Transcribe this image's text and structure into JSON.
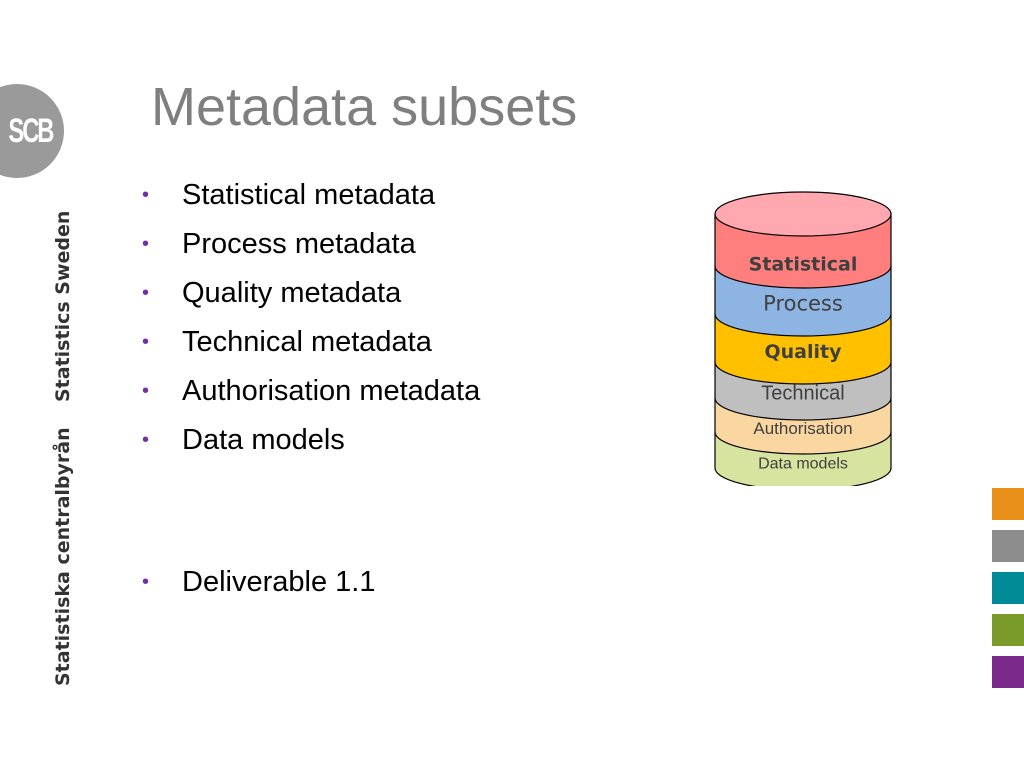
{
  "sidebar": {
    "logo_text": "SCB",
    "org_name_en": "Statistics Sweden",
    "org_name_sv": "Statistiska centralbyrån"
  },
  "slide": {
    "title": "Metadata subsets",
    "bullets": [
      "Statistical metadata",
      "Process metadata",
      "Quality metadata",
      "Technical metadata",
      "Authorisation metadata",
      "Data models"
    ],
    "bullets_2": [
      "Deliverable 1.1"
    ]
  },
  "diagram": {
    "layers": [
      {
        "label": "Statistical",
        "color": "#ff7f7f",
        "top_color": "#ffa8b0"
      },
      {
        "label": "Process",
        "color": "#8eb4e3",
        "top_color": "#8eb4e3"
      },
      {
        "label": "Quality",
        "color": "#ffc000",
        "top_color": "#ffc000"
      },
      {
        "label": "Technical",
        "color": "#bfbfbf",
        "top_color": "#bfbfbf"
      },
      {
        "label": "Authorisation",
        "color": "#fad7a0",
        "top_color": "#fad7a0"
      },
      {
        "label": "Data models",
        "color": "#d7e4a0",
        "top_color": "#d7e4a0"
      }
    ]
  },
  "accent_colors": [
    "#e8901a",
    "#8c8c8c",
    "#008b96",
    "#7a9a2a",
    "#7a2a8a"
  ]
}
